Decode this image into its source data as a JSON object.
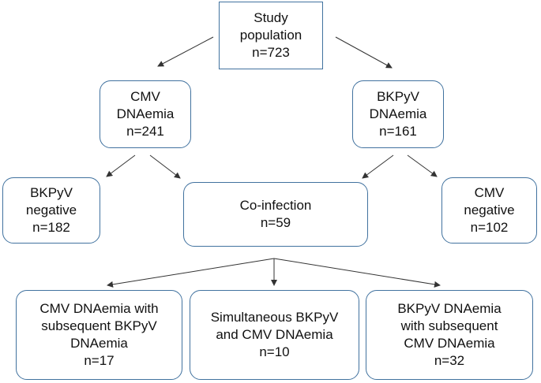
{
  "nodes": {
    "study": {
      "lines": [
        "Study",
        "population",
        "n=723"
      ]
    },
    "cmv": {
      "lines": [
        "CMV",
        "DNAemia",
        "n=241"
      ]
    },
    "bkpyv": {
      "lines": [
        "BKPyV",
        "DNAemia",
        "n=161"
      ]
    },
    "bkpyv_negative": {
      "lines": [
        "BKPyV",
        "negative",
        "n=182"
      ]
    },
    "coinfection": {
      "label": "Co-infection",
      "count": "n=59"
    },
    "cmv_negative": {
      "lines": [
        "CMV",
        "negative",
        "n=102"
      ]
    },
    "cmv_then_bk": {
      "lines": [
        "CMV DNAemia with",
        "subsequent BKPyV",
        "DNAemia",
        "n=17"
      ]
    },
    "simultaneous": {
      "lines": [
        "Simultaneous BKPyV",
        "and CMV DNAemia",
        "n=10"
      ]
    },
    "bk_then_cmv": {
      "lines": [
        "BKPyV DNAemia",
        "with subsequent",
        "CMV DNAemia",
        "n=32"
      ]
    }
  },
  "colors": {
    "box_border": "#41729f",
    "arrow": "#333333",
    "text": "#111111"
  }
}
